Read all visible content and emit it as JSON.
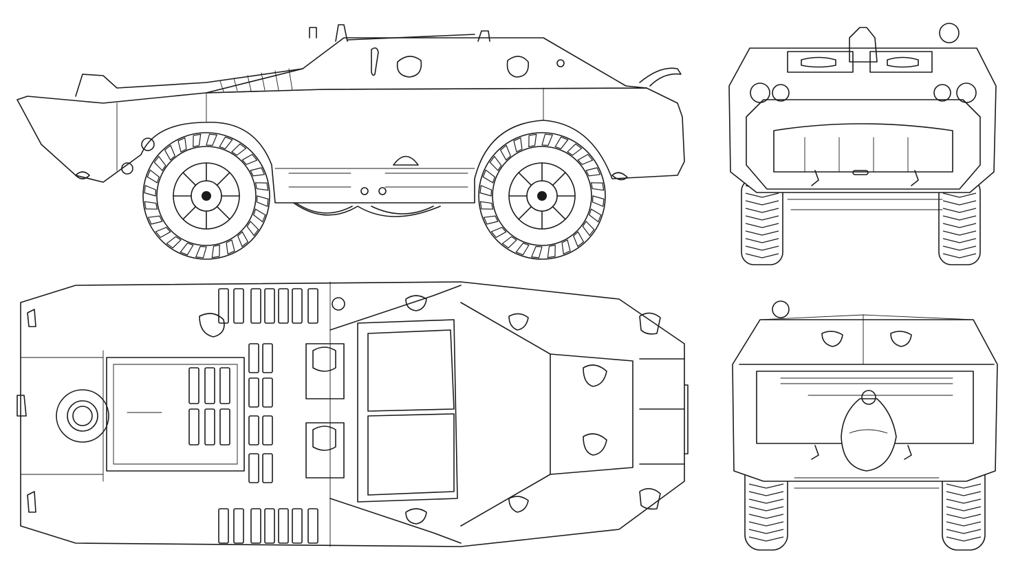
{
  "drawing": {
    "subject": "",
    "views": [
      {
        "id": "side",
        "label": ""
      },
      {
        "id": "top",
        "label": ""
      },
      {
        "id": "front",
        "label": ""
      },
      {
        "id": "rear",
        "label": ""
      }
    ],
    "line_color": "#1a1a1a",
    "background": "#ffffff"
  }
}
